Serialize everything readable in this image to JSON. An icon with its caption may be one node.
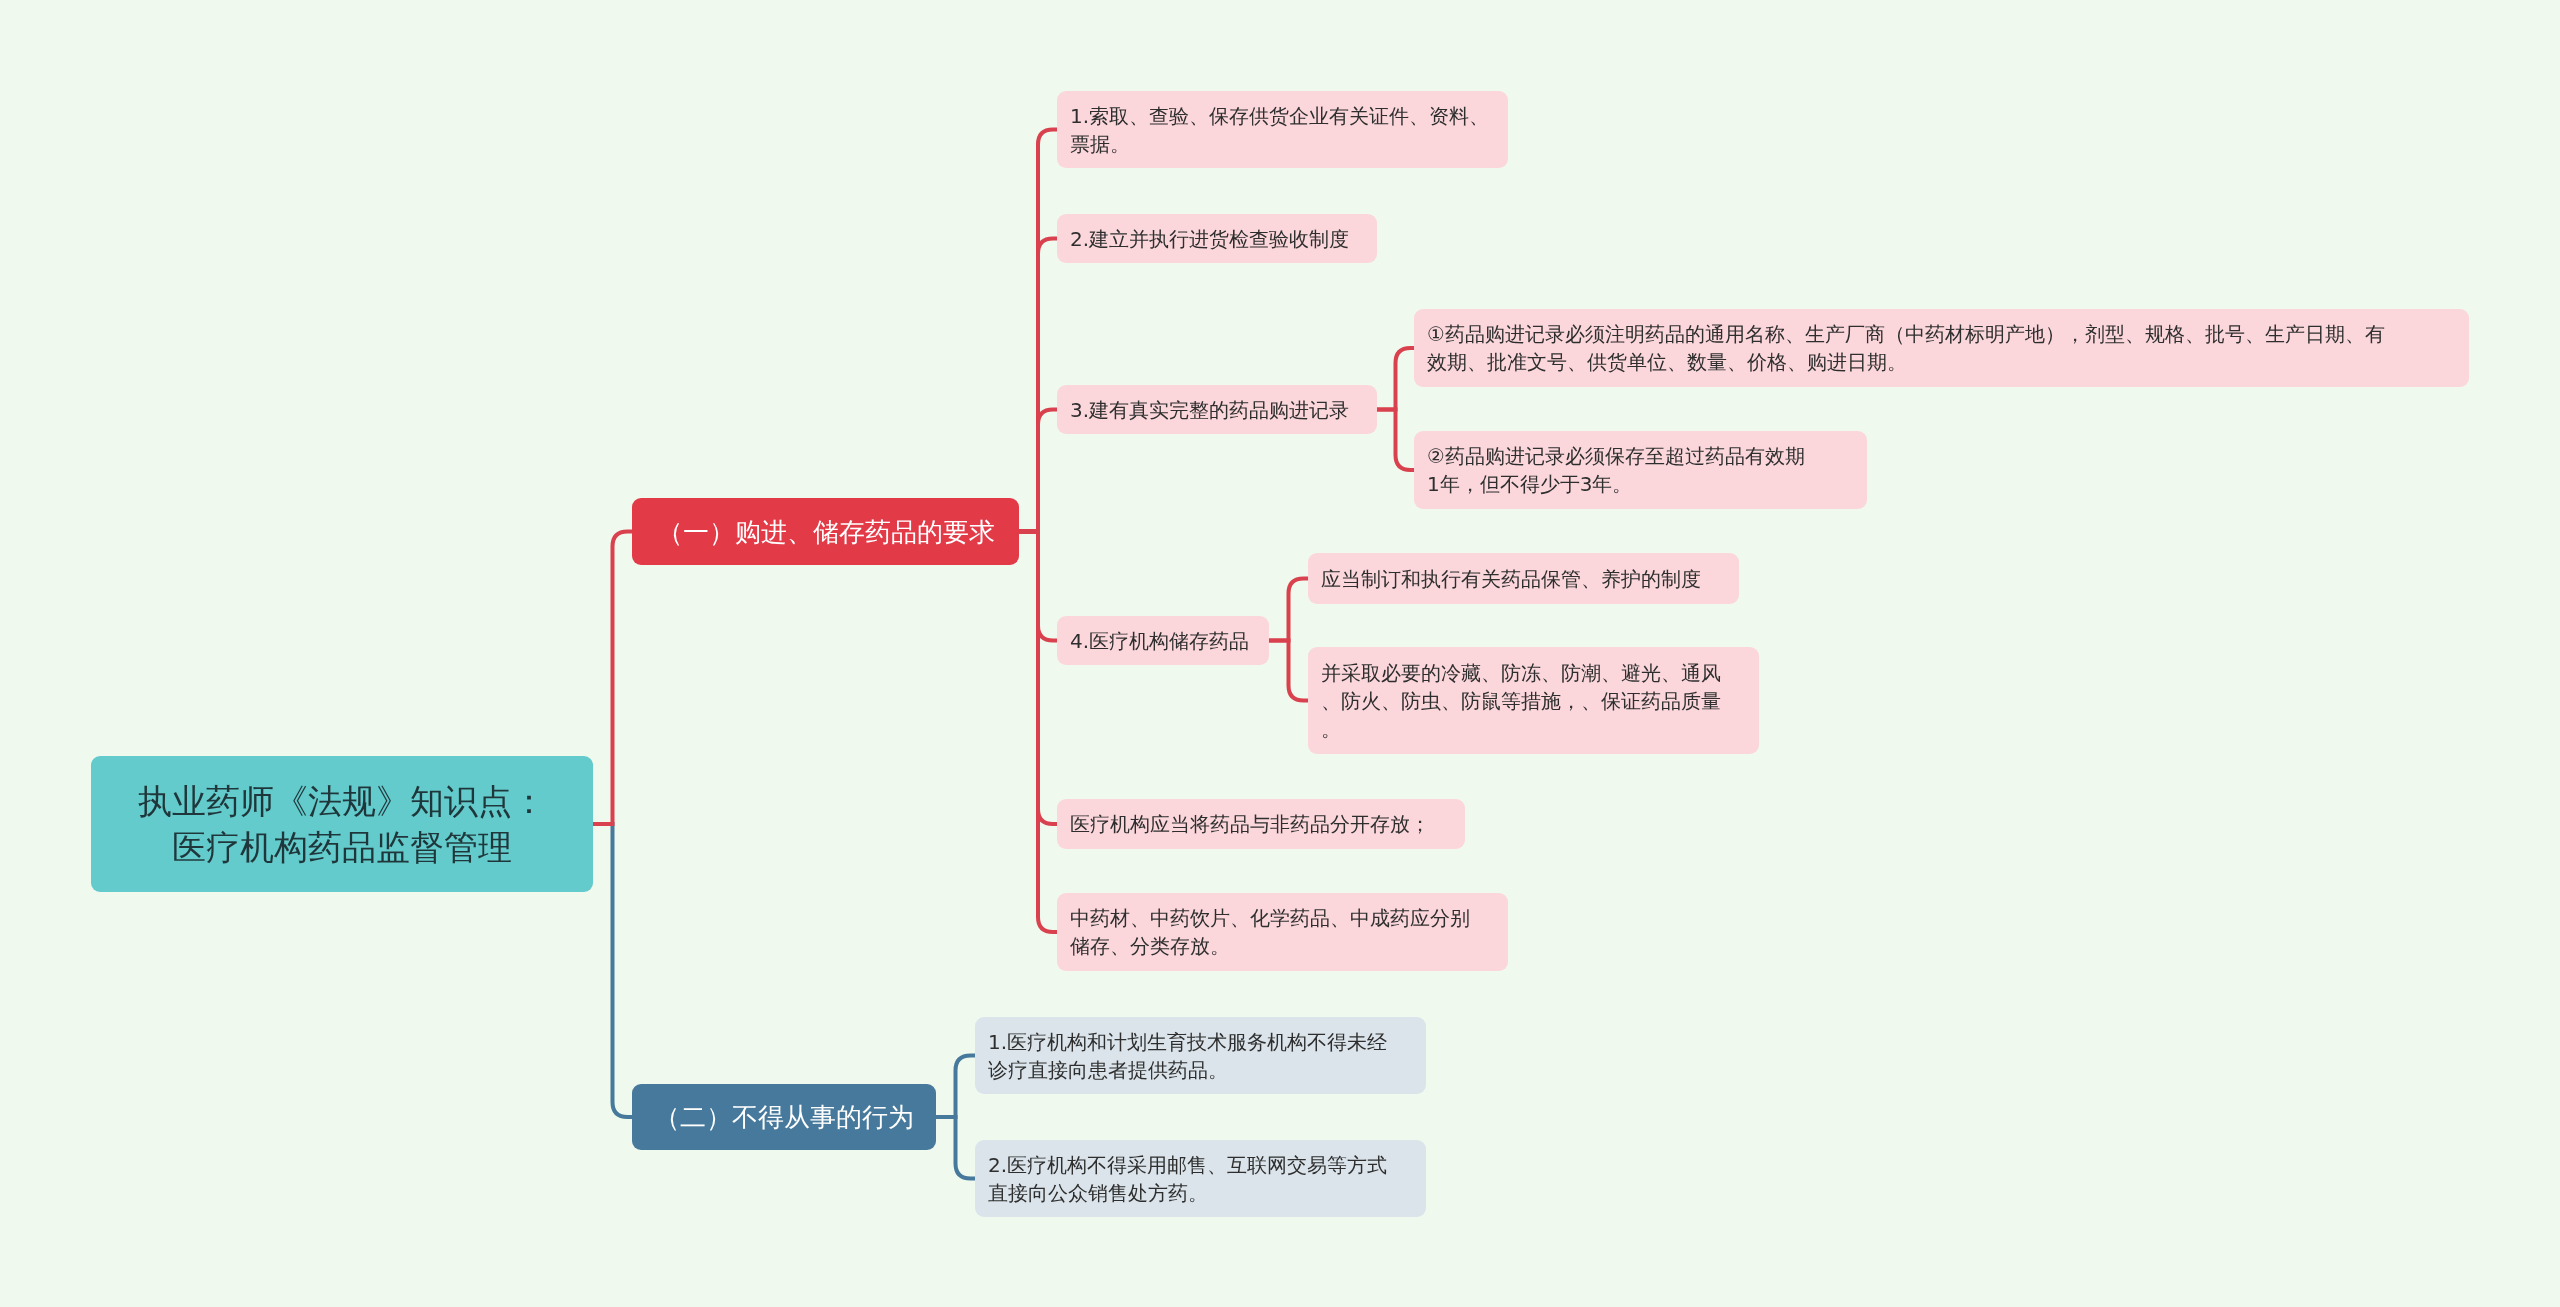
{
  "diagram": {
    "nodes": [
      {
        "text": [
          "执业药师《法规》知识点：医疗机构药品监督管理"
        ]
      },
      {
        "text": [
          "（一）购进、储存药品的要求"
        ]
      },
      {
        "text": [
          "1.索取、查验、保存供货企业有关证件、资料、票据。"
        ]
      },
      {
        "text": [
          "2.建立并执行进货检查验收制度"
        ]
      },
      {
        "text": [
          "3.建有真实完整的药品购进记录"
        ]
      },
      {
        "text": [
          "①药品购进记录必须注明药品的通用名称、生产厂商（中药材标明产地），剂型、规格、批号、生产日期、有效期、批准文号、供货单位、数量、价格、购进日期。"
        ]
      },
      {
        "text": [
          "②药品购进记录必须保存至超过药品有效期1年，但不得少于3年。"
        ]
      },
      {
        "text": [
          "4.医疗机构储存药品"
        ]
      },
      {
        "text": [
          "应当制订和执行有关药品保管、养护的制度"
        ]
      },
      {
        "text": [
          "并采取必要的冷藏、防冻、防潮、避光、通风、防火、防虫、防鼠等措施，、保证药品质量。"
        ]
      },
      {
        "text": [
          "医疗机构应当将药品与非药品分开存放；"
        ]
      },
      {
        "text": [
          "中药材、中药饮片、化学药品、中成药应分别储存、分类存放。"
        ]
      },
      {
        "text": [
          "（二）不得从事的行为"
        ]
      },
      {
        "text": [
          "1.医疗机构和计划生育技术服务机构不得未经诊疗直接向患者提供药品。"
        ]
      },
      {
        "text": [
          "2.医疗机构不得采用邮售、互联网交易等方式直接向公众销售处方药。"
        ]
      }
    ],
    "edges": [
      {
        "from": 0,
        "to": 12,
        "arrow": "none",
        "color": "#46799b"
      },
      {
        "from": 0,
        "to": 1,
        "arrow": "none"
      },
      {
        "from": 1,
        "to": 2,
        "arrow": "none"
      },
      {
        "from": 1,
        "to": 3,
        "arrow": "none"
      },
      {
        "from": 1,
        "to": 4,
        "arrow": "none"
      },
      {
        "from": 4,
        "to": 5,
        "arrow": "none"
      },
      {
        "from": 4,
        "to": 6,
        "arrow": "none"
      },
      {
        "from": 1,
        "to": 7,
        "arrow": "none"
      },
      {
        "from": 7,
        "to": 8,
        "arrow": "none"
      },
      {
        "from": 7,
        "to": 9,
        "arrow": "none"
      },
      {
        "from": 1,
        "to": 10,
        "arrow": "none"
      },
      {
        "from": 1,
        "to": 11,
        "arrow": "none"
      },
      {
        "from": 12,
        "to": 13,
        "arrow": "none",
        "color": "#46799b"
      },
      {
        "from": 12,
        "to": 14,
        "arrow": "none",
        "color": "#46799b"
      }
    ]
  }
}
